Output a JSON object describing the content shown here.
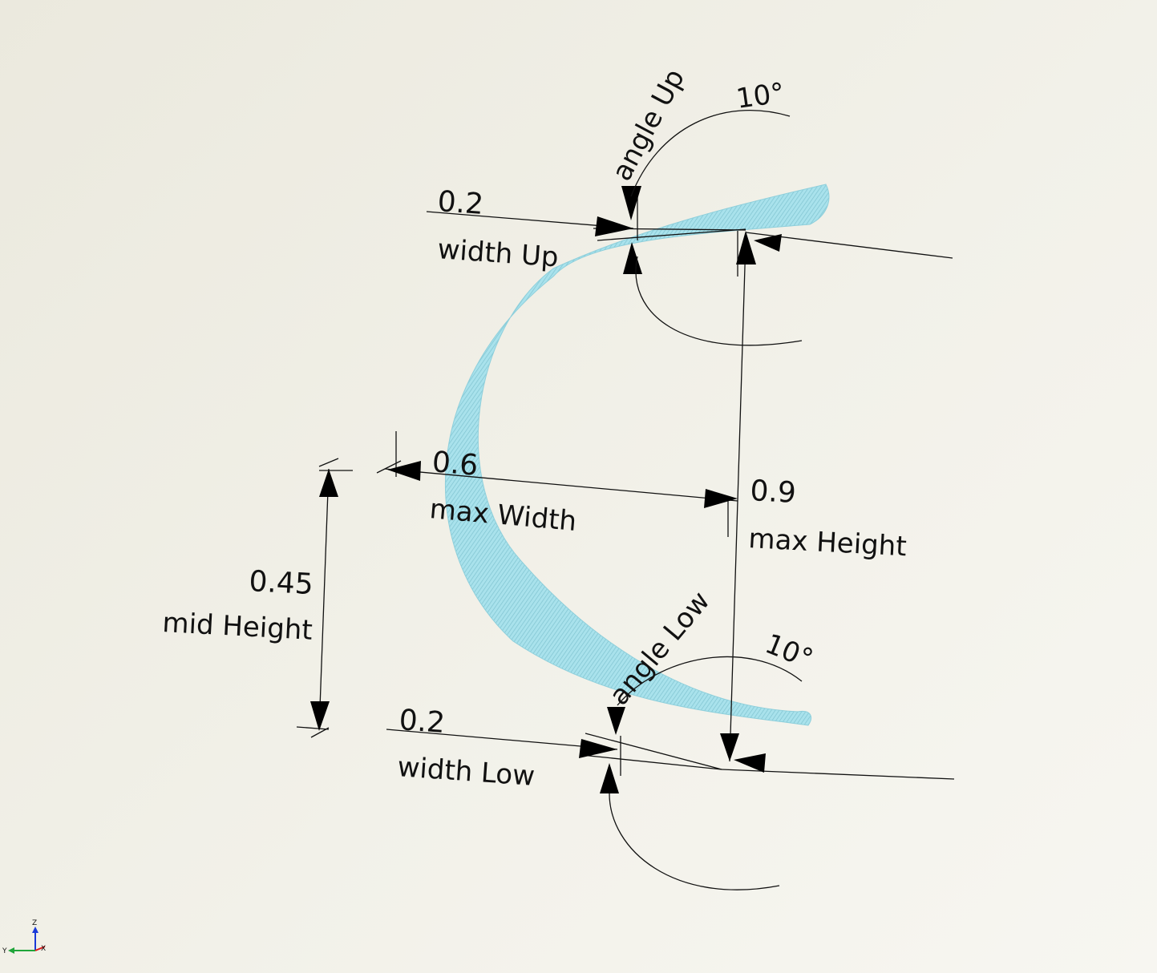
{
  "dimensions": {
    "width_up": {
      "value": "0.2",
      "label": "width Up"
    },
    "angle_up": {
      "label": "angle  Up",
      "value": "10°"
    },
    "max_width": {
      "value": "0.6",
      "label": "max Width"
    },
    "max_height": {
      "value": "0.9",
      "label": "max Height"
    },
    "mid_height": {
      "value": "0.45",
      "label": "mid Height"
    },
    "width_low": {
      "value": "0.2",
      "label": "width Low"
    },
    "angle_low": {
      "label": "angle  Low",
      "value": "10°"
    }
  },
  "triad": {
    "z": "Z",
    "y": "Y",
    "x": "X"
  },
  "colors": {
    "shape_fill": "#a9e2ec",
    "shape_hatch": "#7fc3d0",
    "dimension_line": "#111111",
    "background": "#efede4"
  }
}
